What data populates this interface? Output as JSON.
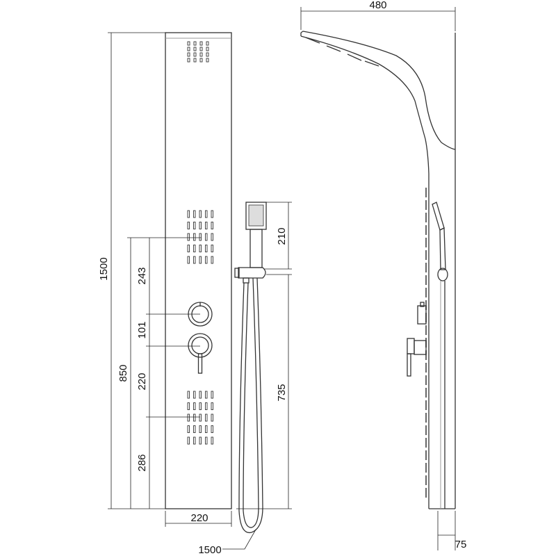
{
  "dimensions": {
    "total_height": "1500",
    "valve_height": "850",
    "upper_jets_to_thermostat": "243",
    "thermostat_to_diverter": "101",
    "diverter_to_lower_jets": "220",
    "lower_jets_to_floor": "286",
    "panel_width": "220",
    "handshower_length": "210",
    "holder_height": "735",
    "hose_length": "1500",
    "head_projection": "480",
    "panel_depth": "75"
  },
  "colors": {
    "line": "#333333",
    "dimension": "#222222"
  }
}
